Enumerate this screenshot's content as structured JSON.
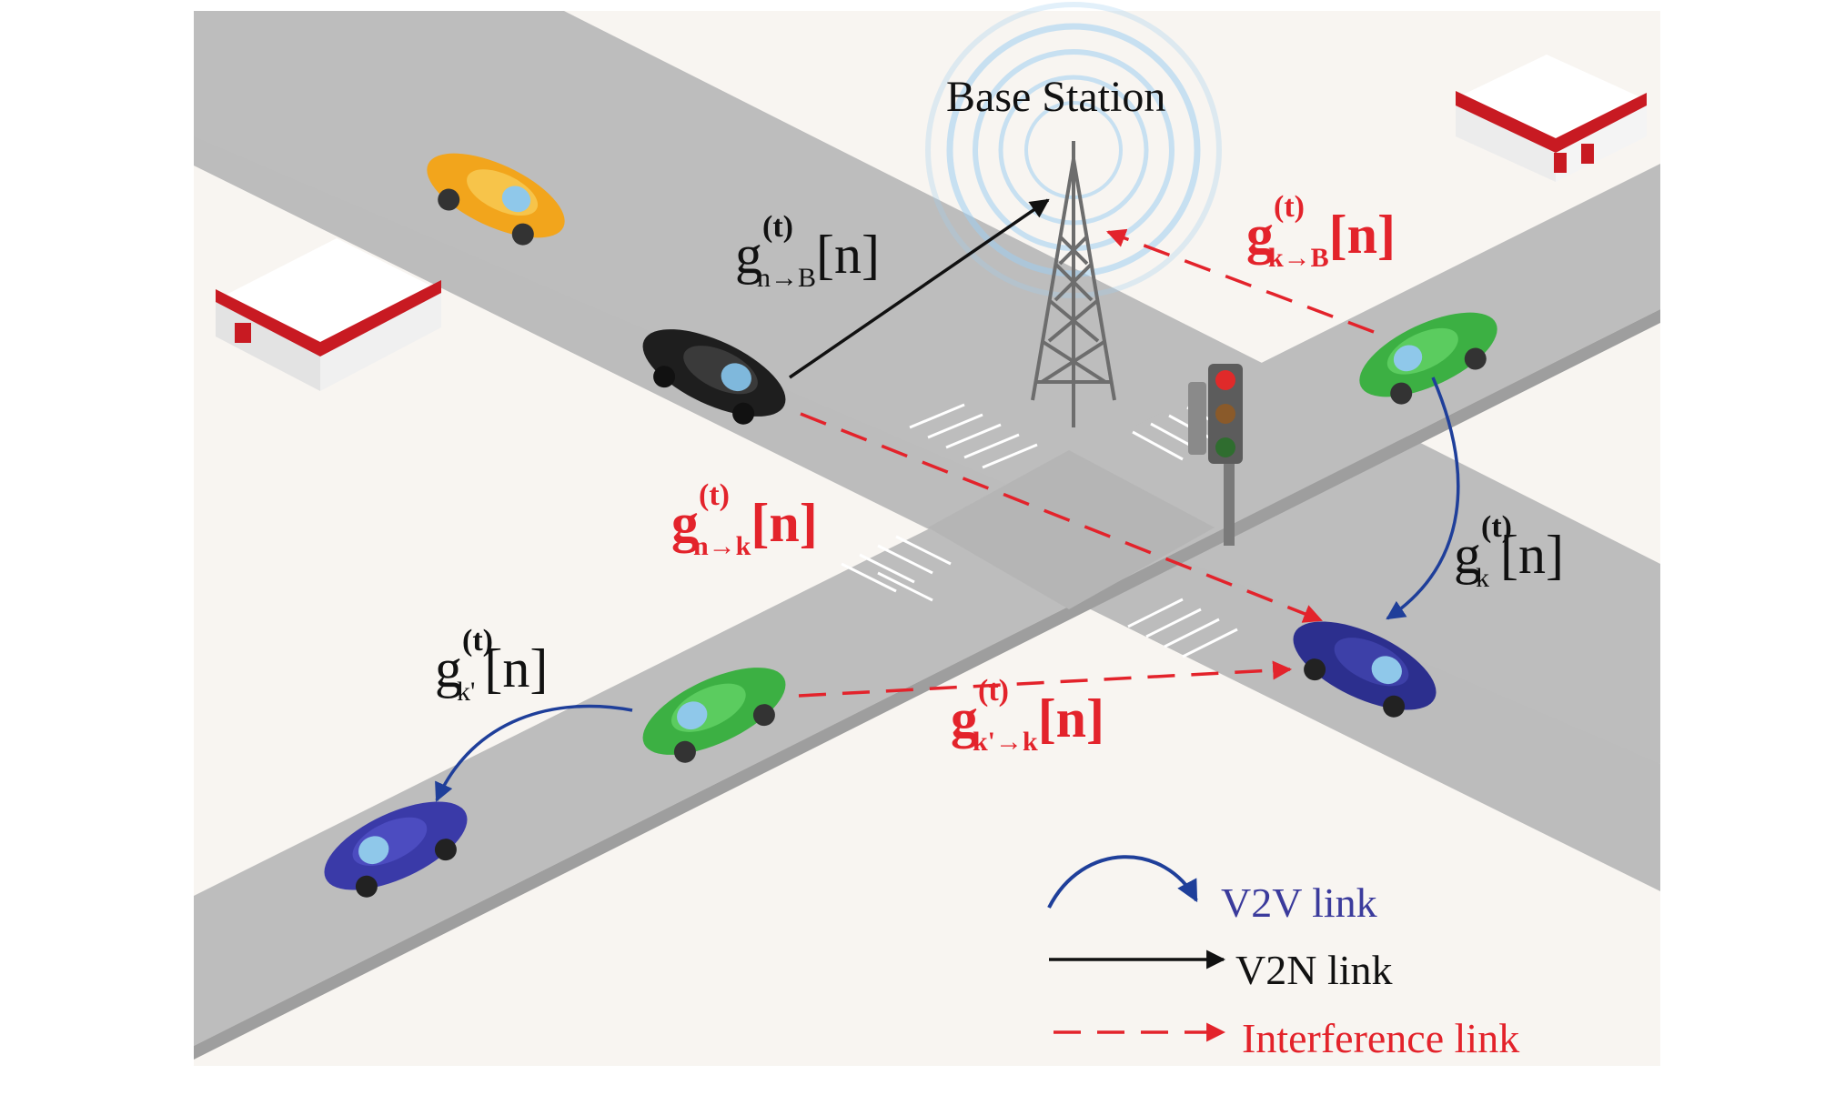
{
  "base_station": {
    "label": "Base Station"
  },
  "channel_labels": {
    "n_to_B": {
      "base": "g",
      "sup": "(t)",
      "sub": "n→B",
      "arg": "[n]"
    },
    "k_to_B": {
      "base": "g",
      "sup": "(t)",
      "sub": "k→B",
      "arg": "[n]"
    },
    "n_to_k": {
      "base": "g",
      "sup": "(t)",
      "sub": "n→k",
      "arg": "[n]"
    },
    "k": {
      "base": "g",
      "sup": "(t)",
      "sub": "k",
      "arg": "[n]"
    },
    "kprime": {
      "base": "g",
      "sup": "(t)",
      "sub": "k'",
      "arg": "[n]"
    },
    "kprime_to_k": {
      "base": "g",
      "sup": "(t)",
      "sub": "k'→k",
      "arg": "[n]"
    }
  },
  "legend": {
    "v2v": "V2V link",
    "v2n": "V2N link",
    "interference": "Interference link"
  },
  "colors": {
    "v2v": "#1f3f9a",
    "v2n": "#111111",
    "interference": "#e3232b",
    "road": "#bdbdbd",
    "ground": "#f7f4f0"
  }
}
